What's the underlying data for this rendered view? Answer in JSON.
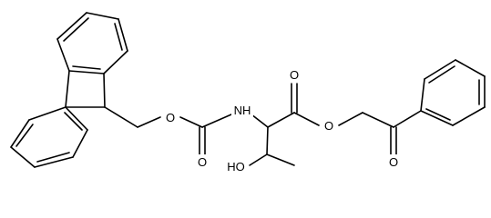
{
  "molecule": {
    "atom_labels": {
      "ester_o_fmoc": "O",
      "carbamate_o": "O",
      "amide_nh": "NH",
      "ester_carbonyl_o": "O",
      "ester_o": "O",
      "ketone_o": "O",
      "hydroxyl": "HO"
    }
  }
}
